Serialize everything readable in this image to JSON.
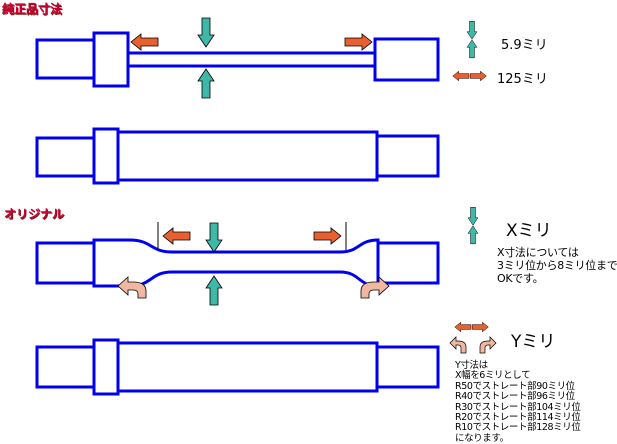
{
  "sections": {
    "genuine_title": "純正品寸法",
    "original_title": "オリジナル"
  },
  "legend": {
    "thickness_value": "5.9ミリ",
    "length_value": "125ミリ",
    "x_value": "Xミリ",
    "y_value": "Yミリ"
  },
  "notes": {
    "x_note": [
      "X寸法については",
      "3ミリ位から8ミリ位まで",
      "OKです。"
    ],
    "y_note": [
      "Y寸法は",
      "X幅を6ミリとして",
      "R50でストレート部90ミリ位",
      "R40でストレート部96ミリ位",
      "R30でストレート部104ミリ位",
      "R20でストレート部114ミリ位",
      "R10でストレート部128ミリ位",
      "になります。"
    ]
  },
  "colors": {
    "outline": "#0000ee",
    "red_arrow": "#e86030",
    "teal_arrow": "#40b8a8",
    "pink_arrow": "#f0b8a0",
    "title_red": "#cc0033"
  }
}
